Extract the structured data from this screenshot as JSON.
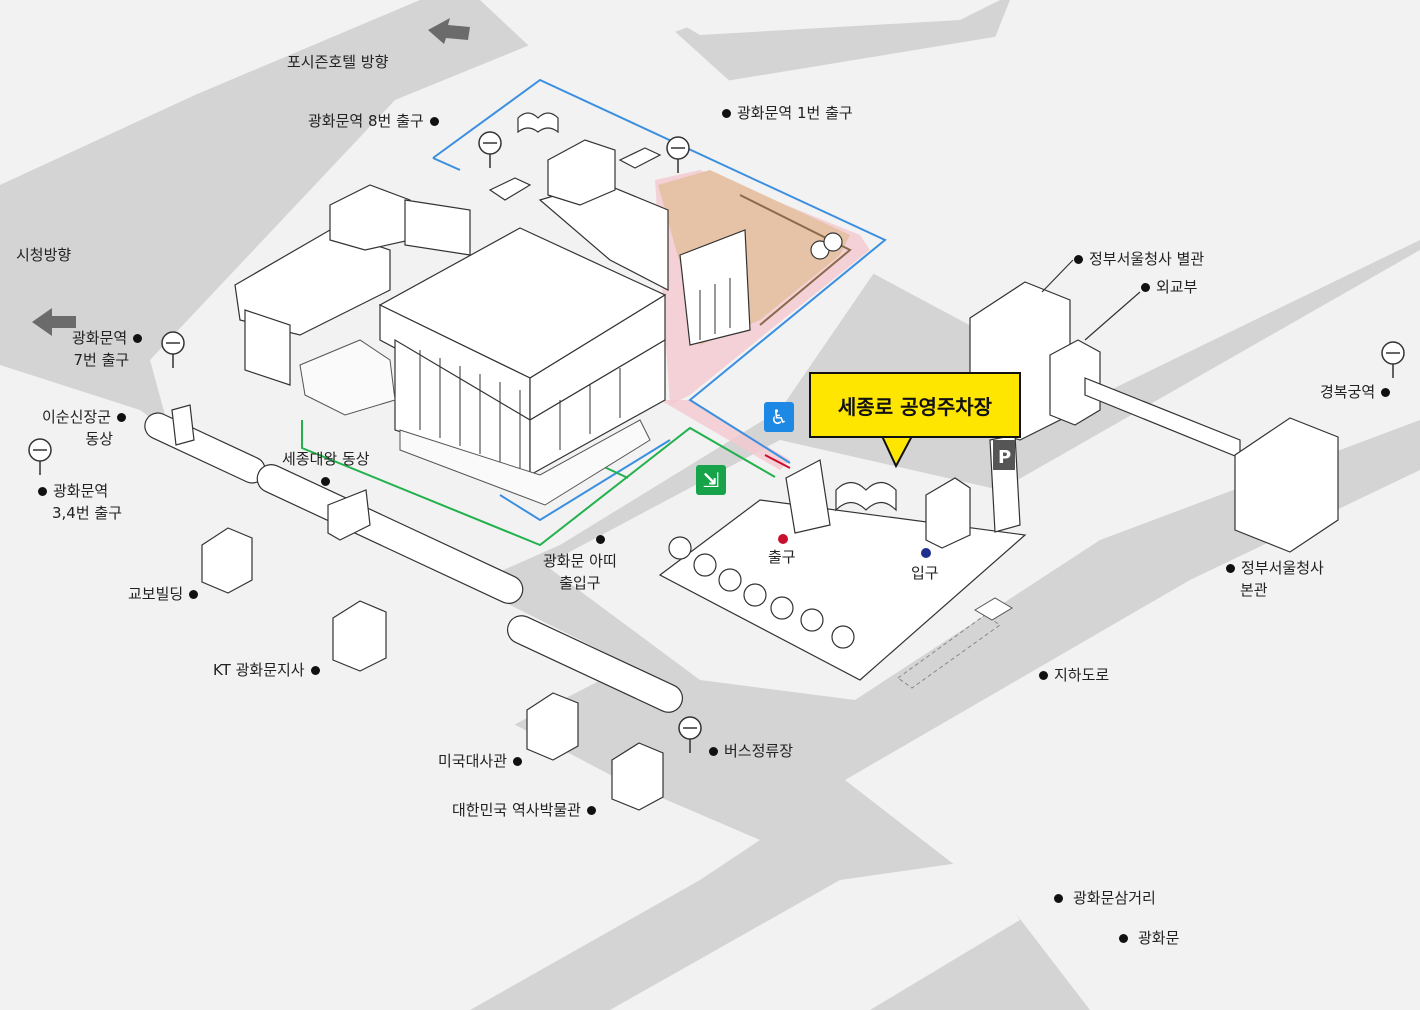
{
  "title": "세종로 공영주차장",
  "labels": {
    "four_seasons": "포시즌호텔 방향",
    "exit8": "광화문역 8번 출구",
    "exit1": "광화문역 1번 출구",
    "city_hall": "시청방향",
    "exit7_l1": "광화문역",
    "exit7_l2": "7번 출구",
    "yisunsin_l1": "이순신장군",
    "yisunsin_l2": "동상",
    "exit34_l1": "광화문역",
    "exit34_l2": "3,4번 출구",
    "sejong_statue": "세종대왕 동상",
    "kyobo": "교보빌딩",
    "kt": "KT 광화문지사",
    "us_embassy": "미국대사관",
    "museum": "대한민국 역사박물관",
    "bus_stop": "버스정류장",
    "arthall_l1": "광화문 아띠",
    "arthall_l2": "출입구",
    "exit_label": "출구",
    "entrance_label": "입구",
    "gov_annex": "정부서울청사 별관",
    "foreign_ministry": "외교부",
    "gyeongbok_station": "경복궁역",
    "gov_main_l1": "정부서울청사",
    "gov_main_l2": "본관",
    "underpass": "지하도로",
    "intersection": "광화문삼거리",
    "gwanghwamun": "광화문"
  },
  "icons": {
    "wheelchair": "wheelchair-icon",
    "emergency_exit": "emergency-exit-icon",
    "parking": "parking-sign-icon",
    "subway": "subway-sign-icon",
    "arrow": "direction-arrow-icon"
  },
  "colors": {
    "road": "#d4d4d4",
    "block": "#f2f2f2",
    "callout": "#ffe600",
    "route_blue": "#3b8fe0",
    "route_green": "#22b14c",
    "parking_area": "#e6c3a6",
    "pink_path": "#f2c8cf",
    "exit_dot": "#c8102e",
    "entrance_dot": "#1f2f8c",
    "wheelchair_bg": "#1e88e5",
    "exit_sign_bg": "#16a34a"
  },
  "parking_sign_letter": "P"
}
